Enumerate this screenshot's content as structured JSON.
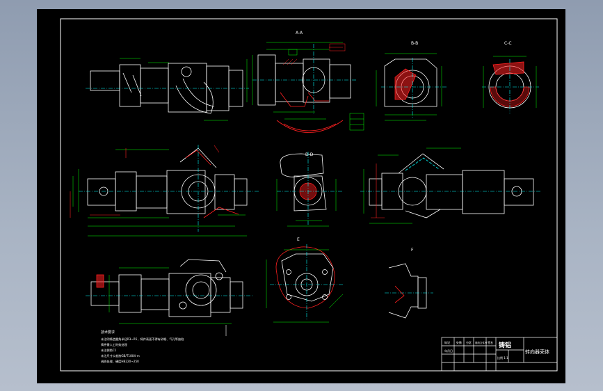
{
  "sections": {
    "aa": "A-A",
    "bb": "B-B",
    "cc": "C-C",
    "dd": "D-D",
    "e": "E",
    "f": "F"
  },
  "notes": {
    "heading": "技术要求",
    "lines": [
      "未注明铸造圆角半径R3~R5，铸件表面不得有砂眼、气孔等缺陷",
      "铸件需人工时效处理",
      "未注倒角C1",
      "未注尺寸公差按GB/T1804-m",
      "调质处理，硬度HB220~250"
    ]
  },
  "title_block": {
    "material": "铸铝",
    "part_name": "转向器壳体",
    "row_labels": [
      "标记",
      "处数",
      "分区",
      "更改文件号",
      "签名",
      "年月日"
    ],
    "scale_note": "比例 1:1"
  },
  "colors": {
    "background": "#000000",
    "outline": "#ffffff",
    "dimension": "#00ff00",
    "centerline": "#00ffff",
    "hatch": "#ff2020",
    "title_block": "#ffffff"
  }
}
